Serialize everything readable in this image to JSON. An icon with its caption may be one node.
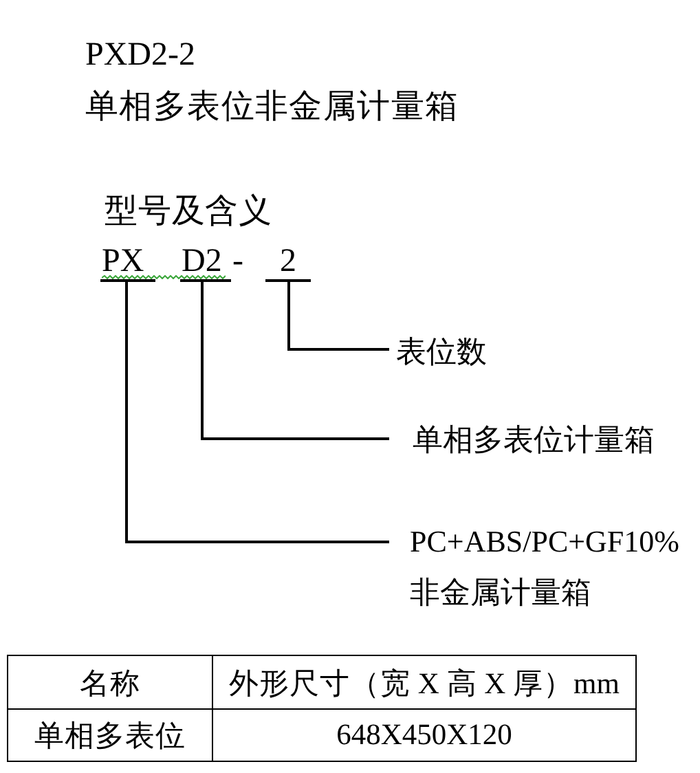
{
  "diagram": {
    "title": "PXD2-2",
    "nodes": [
      {
        "text": [
          "PX"
        ]
      },
      {
        "text": [
          "D2"
        ]
      },
      {
        "text": [
          "2"
        ]
      },
      {
        "text": [
          "表位数"
        ]
      },
      {
        "text": [
          "单相多表位计量箱"
        ]
      },
      {
        "text": [
          "PC+ABS/PC+GF10% 非金属计量箱"
        ]
      }
    ],
    "edges": [
      {
        "from": 2,
        "to": 3,
        "arrow": "none"
      },
      {
        "from": 1,
        "to": 4,
        "arrow": "none"
      },
      {
        "from": 0,
        "to": 5,
        "arrow": "none"
      }
    ],
    "labels": [
      "单相多表位非金属计量箱",
      "型号及含义",
      "-",
      "名称",
      "外形尺寸（宽 X 高 X 厚）mm",
      "单相多表位",
      "648X450X120"
    ]
  }
}
